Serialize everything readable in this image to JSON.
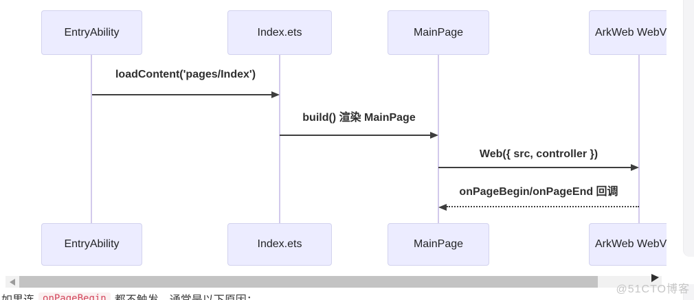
{
  "diagram": {
    "type": "sequence",
    "actors": [
      {
        "label": "EntryAbility"
      },
      {
        "label": "Index.ets"
      },
      {
        "label": "MainPage"
      },
      {
        "label": "ArkWeb WebView"
      }
    ],
    "messages": [
      {
        "from": "EntryAbility",
        "to": "Index.ets",
        "label": "loadContent('pages/Index')",
        "line": "solid",
        "direction": "right"
      },
      {
        "from": "Index.ets",
        "to": "MainPage",
        "label": "build() 渲染 MainPage",
        "line": "solid",
        "direction": "right"
      },
      {
        "from": "MainPage",
        "to": "ArkWeb WebView",
        "label": "Web({ src, controller })",
        "line": "solid",
        "direction": "right"
      },
      {
        "from": "ArkWeb WebView",
        "to": "MainPage",
        "label": "onPageBegin/onPageEnd 回调",
        "line": "dotted",
        "direction": "left"
      }
    ],
    "colors": {
      "actor_fill": "#ececff",
      "actor_border": "#d2d2ee",
      "lifeline": "#d2c9ec",
      "arrow": "#3d3d3d",
      "label_text": "#2e2e2e"
    }
  },
  "article": {
    "prefix": "如果连",
    "code": "onPageBegin",
    "suffix": "都不触发，通常是以下原因：",
    "code_color": "#d3455b",
    "code_bg": "#faf0f0"
  },
  "watermark": {
    "text": "@51CTO博客",
    "color": "#c5c5c5"
  },
  "scrollbar": {
    "thumb_color": "#c3c3c3",
    "track_color": "#f1f1f1"
  }
}
